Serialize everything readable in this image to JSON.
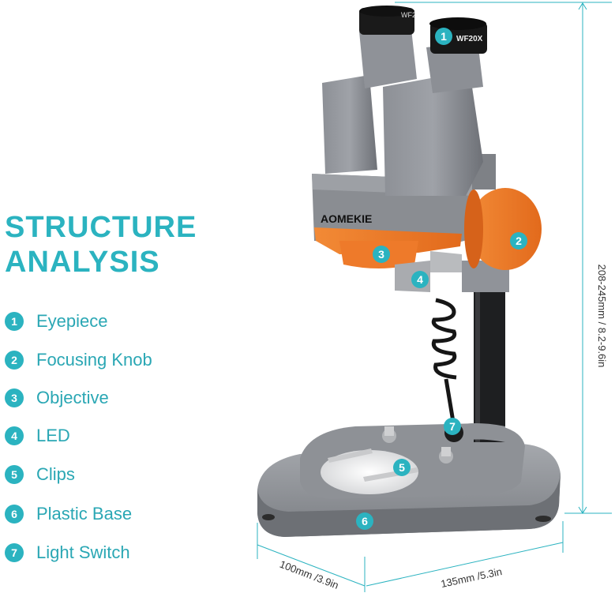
{
  "heading": {
    "line1": "STRUCTURE",
    "line2": "ANALYSIS"
  },
  "parts": [
    {
      "num": "1",
      "label": "Eyepiece"
    },
    {
      "num": "2",
      "label": "Focusing Knob"
    },
    {
      "num": "3",
      "label": "Objective"
    },
    {
      "num": "4",
      "label": "LED"
    },
    {
      "num": "5",
      "label": "Clips"
    },
    {
      "num": "6",
      "label": "Plastic Base"
    },
    {
      "num": "7",
      "label": "Light Switch"
    }
  ],
  "product": {
    "brand": "AOMEKIE",
    "eyepiece_marking": "WF20X",
    "eyepiece_marking_left": "WF2"
  },
  "dimensions": {
    "height": "208-245mm / 8.2-9.6in",
    "depth": "100mm /3.9in",
    "width": "135mm /5.3in"
  },
  "colors": {
    "accent": "#2bb3c0",
    "orange": "#f07a28",
    "body_gray": "#7d8087"
  }
}
